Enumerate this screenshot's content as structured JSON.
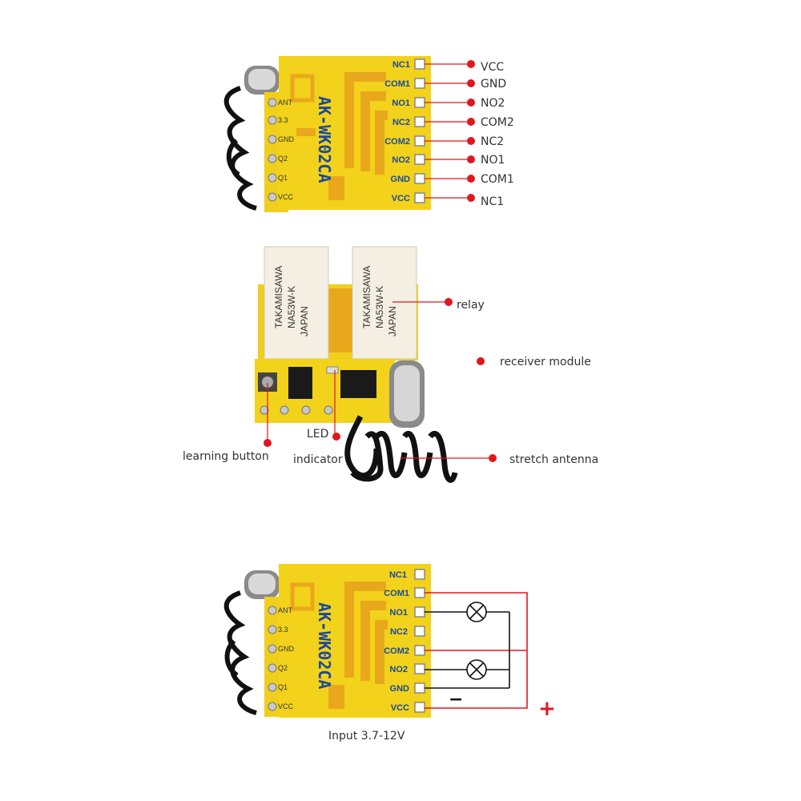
{
  "module": {
    "model": "AK-WK02CA",
    "right_pads": [
      "NC1",
      "COM1",
      "NO1",
      "NC2",
      "COM2",
      "NO2",
      "GND",
      "VCC"
    ],
    "left_pads": [
      "ANT",
      "3.3",
      "GND",
      "Q2",
      "Q1",
      "VCC"
    ]
  },
  "pin_labels": [
    "VCC",
    "GND",
    "NO2",
    "COM2",
    "NC2",
    "NO1",
    "COM1",
    "NC1"
  ],
  "component_labels": {
    "relay": "relay",
    "receiver_module": "receiver module",
    "learning_button": "learning button",
    "led_line1": "LED",
    "led_line2": "indicator",
    "stretch_antenna": "stretch antenna",
    "relay_brand": "TAKAMISAWA",
    "relay_model": "NA53W-K",
    "relay_origin": "JAPAN"
  },
  "wiring": {
    "minus": "−",
    "plus": "+",
    "input_text": "Input 3.7-12V",
    "lamp_icon": "lamp-icon"
  },
  "colors": {
    "pcb": "#f2d21a",
    "trace": "#e9a81c",
    "dot": "#e0161f",
    "wire_red": "#e0161f",
    "wire_black": "#111111"
  }
}
